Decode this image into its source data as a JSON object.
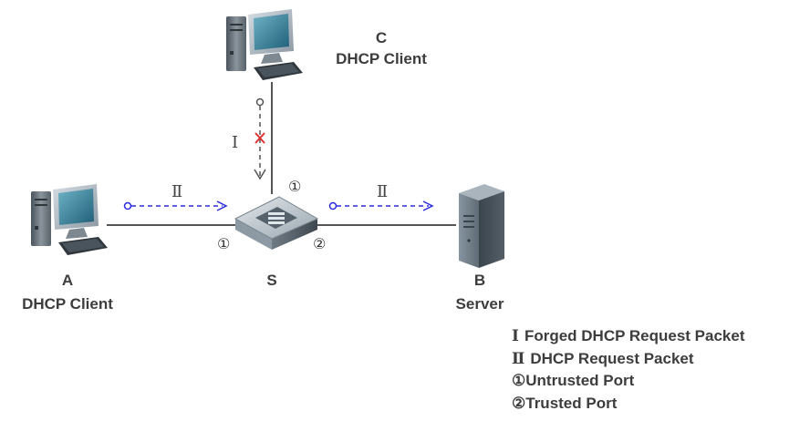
{
  "nodes": {
    "c": {
      "letter": "C",
      "role": "DHCP Client"
    },
    "a": {
      "letter": "A",
      "role": "DHCP Client"
    },
    "s": {
      "letter": "S"
    },
    "b": {
      "letter": "B",
      "role": "Server"
    }
  },
  "flow_labels": {
    "forged": "Ⅰ",
    "request_left": "Ⅱ",
    "request_right": "Ⅱ"
  },
  "port_labels": {
    "top": "①",
    "left": "①",
    "right": "②"
  },
  "legend": [
    {
      "mark": "Ⅰ",
      "text": "Forged DHCP Request Packet"
    },
    {
      "mark": "Ⅱ",
      "text": "DHCP Request Packet"
    },
    {
      "mark": "①",
      "text": "Untrusted Port"
    },
    {
      "mark": "②",
      "text": "Trusted Port"
    }
  ],
  "colors": {
    "link": "#555555",
    "request_arrow": "#2a2adf",
    "forged_arrow": "#555555",
    "blocked_mark": "#e03030",
    "text": "#3d3d3d"
  },
  "icons": {
    "client_c": "desktop-computer-icon",
    "client_a": "desktop-computer-icon",
    "switch": "network-switch-icon",
    "server": "server-tower-icon",
    "blocked": "red-x-icon"
  }
}
